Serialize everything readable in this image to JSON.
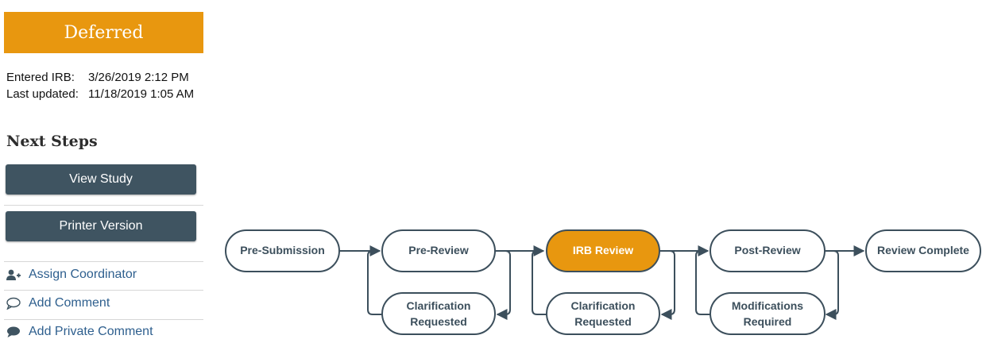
{
  "status": {
    "label": "Deferred",
    "color": "#e8970f"
  },
  "meta": {
    "entered_label": "Entered IRB:",
    "entered_value": "3/26/2019 2:12 PM",
    "updated_label": "Last updated:",
    "updated_value": "11/18/2019 1:05 AM"
  },
  "next_steps": {
    "title": "Next Steps",
    "buttons": [
      {
        "label": "View Study"
      },
      {
        "label": "Printer Version"
      }
    ],
    "actions": [
      {
        "label": "Assign Coordinator",
        "icon": "assign-user-icon"
      },
      {
        "label": "Add Comment",
        "icon": "comment-icon"
      },
      {
        "label": "Add Private Comment",
        "icon": "private-comment-icon"
      }
    ]
  },
  "workflow": {
    "active_color": "#e8970f",
    "stroke_color": "#3c4f5c",
    "nodes": [
      {
        "label": "Pre-Submission",
        "active": false
      },
      {
        "label": "Pre-Review",
        "active": false
      },
      {
        "label": "IRB Review",
        "active": true
      },
      {
        "label": "Post-Review",
        "active": false
      },
      {
        "label": "Review Complete",
        "active": false
      },
      {
        "label_lines": [
          "Clarification",
          "Requested"
        ],
        "active": false
      },
      {
        "label_lines": [
          "Clarification",
          "Requested"
        ],
        "active": false
      },
      {
        "label_lines": [
          "Modifications",
          "Required"
        ],
        "active": false
      }
    ]
  }
}
